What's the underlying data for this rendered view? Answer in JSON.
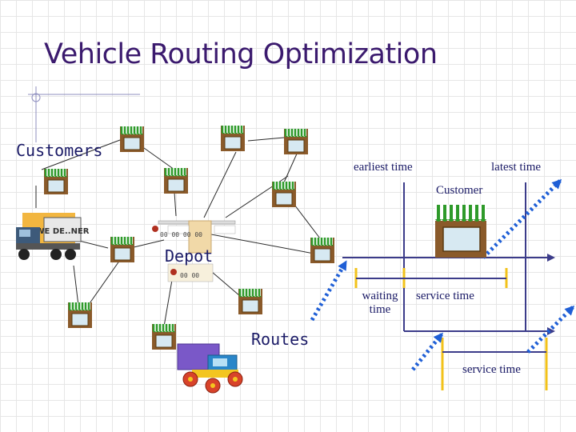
{
  "slide": {
    "title": "Vehicle Routing Optimization"
  },
  "network": {
    "customers_label": "Customers",
    "depot_label": "Depot",
    "routes_label": "Routes",
    "truck_sign": "WE DE..NER"
  },
  "time_window": {
    "earliest_label": "earliest time",
    "latest_label": "latest  time",
    "customer_label": "Customer",
    "waiting_label_1": "waiting",
    "waiting_label_2": "time",
    "service_label_top": "service time",
    "service_label_bottom": "service time"
  },
  "colors": {
    "title": "#3b1a6e",
    "axis": "#3c3c8a",
    "arrow_dashed": "#1f5fd6",
    "awning_green": "#2e9a2a",
    "store_brown": "#7a4a1a"
  }
}
